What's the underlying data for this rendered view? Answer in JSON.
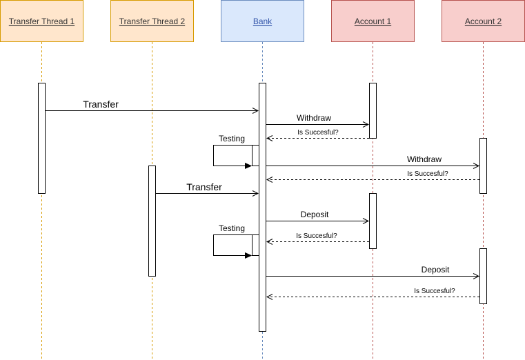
{
  "participants": [
    {
      "id": "t1",
      "label": "Transfer Thread 1",
      "fill": "#ffe6cc",
      "stroke": "#d79b00",
      "text_color": "#333333"
    },
    {
      "id": "t2",
      "label": "Transfer Thread 2",
      "fill": "#ffe6cc",
      "stroke": "#d79b00",
      "text_color": "#333333"
    },
    {
      "id": "bank",
      "label": "Bank",
      "fill": "#dae8fc",
      "stroke": "#6c8ebf",
      "text_color": "#3355aa"
    },
    {
      "id": "a1",
      "label": "Account 1",
      "fill": "#f8cecc",
      "stroke": "#b85450",
      "text_color": "#333333"
    },
    {
      "id": "a2",
      "label": "Account 2",
      "fill": "#f8cecc",
      "stroke": "#b85450",
      "text_color": "#333333"
    }
  ],
  "messages": [
    {
      "id": "m1",
      "label": "Transfer",
      "from": "t1",
      "to": "bank",
      "style": "solid"
    },
    {
      "id": "m2",
      "label": "Withdraw",
      "from": "bank",
      "to": "a1",
      "style": "solid"
    },
    {
      "id": "m3",
      "label": "Is Succesful?",
      "from": "a1",
      "to": "bank",
      "style": "dashed"
    },
    {
      "id": "m4",
      "label": "Testing",
      "from": "bank",
      "to": "bank",
      "style": "self"
    },
    {
      "id": "m5",
      "label": "Withdraw",
      "from": "bank",
      "to": "a2",
      "style": "solid"
    },
    {
      "id": "m6",
      "label": "Is Succesful?",
      "from": "a2",
      "to": "bank",
      "style": "dashed"
    },
    {
      "id": "m7",
      "label": "Transfer",
      "from": "t2",
      "to": "bank",
      "style": "solid"
    },
    {
      "id": "m8",
      "label": "Deposit",
      "from": "bank",
      "to": "a1",
      "style": "solid"
    },
    {
      "id": "m9",
      "label": "Is Succesful?",
      "from": "a1",
      "to": "bank",
      "style": "dashed"
    },
    {
      "id": "m10",
      "label": "Testing",
      "from": "bank",
      "to": "bank",
      "style": "self"
    },
    {
      "id": "m11",
      "label": "Deposit",
      "from": "bank",
      "to": "a2",
      "style": "solid"
    },
    {
      "id": "m12",
      "label": "Is Succesful?",
      "from": "a2",
      "to": "bank",
      "style": "dashed"
    }
  ]
}
